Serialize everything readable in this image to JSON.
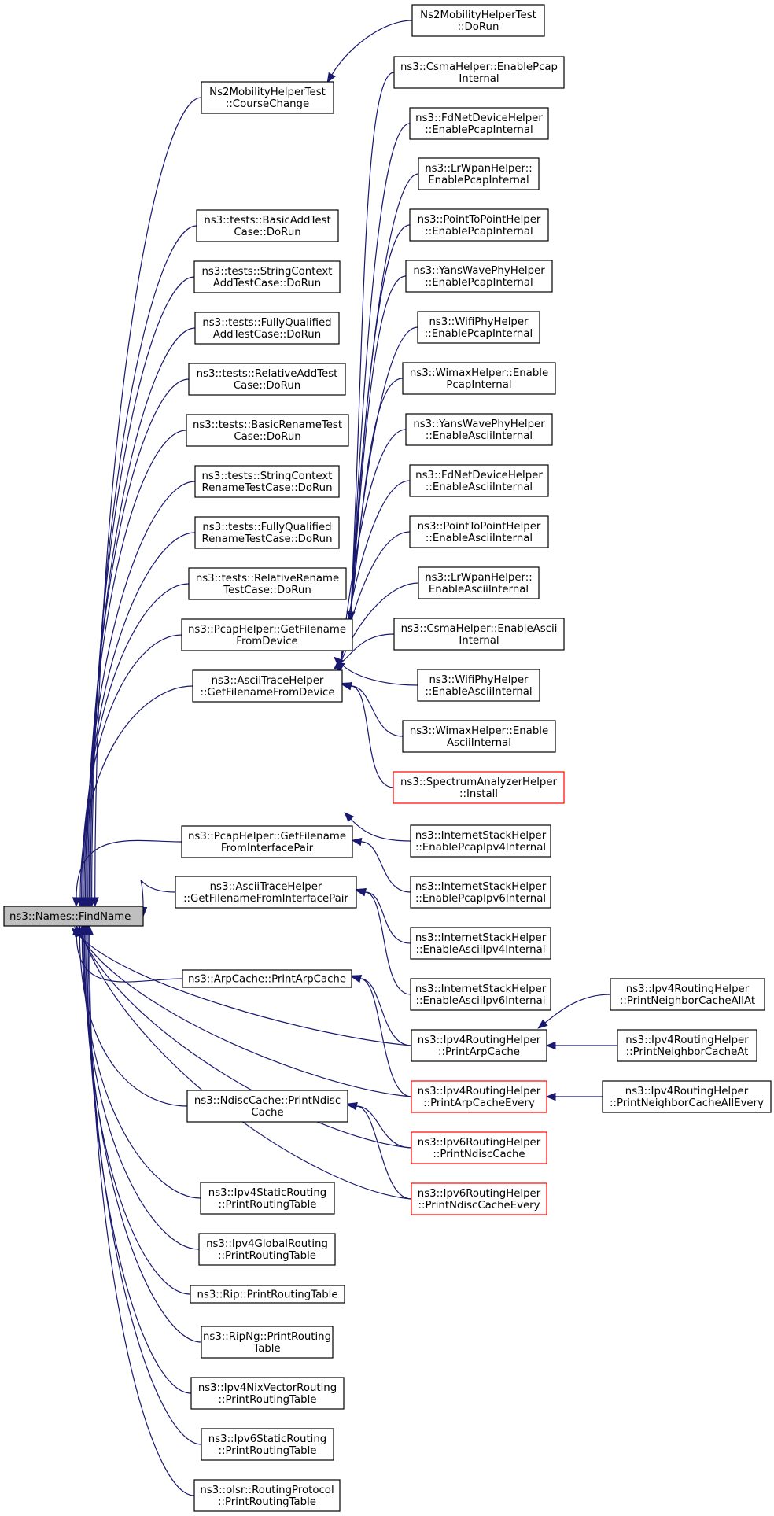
{
  "graph": {
    "root": "ns3::Names::FindName",
    "colors": {
      "edge": "#191970",
      "box": "#000000",
      "highlight": "#ff0000",
      "root_fill": "#bfbfbf"
    },
    "nodes": [
      {
        "id": "root",
        "lines": [
          "ns3::Names::FindName"
        ]
      },
      {
        "id": "ns2cc",
        "lines": [
          "Ns2MobilityHelperTest",
          "::CourseChange"
        ]
      },
      {
        "id": "ns2dorun",
        "lines": [
          "Ns2MobilityHelperTest",
          "::DoRun"
        ]
      },
      {
        "id": "t1",
        "lines": [
          "ns3::tests::BasicAddTest",
          "Case::DoRun"
        ]
      },
      {
        "id": "t2",
        "lines": [
          "ns3::tests::StringContext",
          "AddTestCase::DoRun"
        ]
      },
      {
        "id": "t3",
        "lines": [
          "ns3::tests::FullyQualified",
          "AddTestCase::DoRun"
        ]
      },
      {
        "id": "t4",
        "lines": [
          "ns3::tests::RelativeAddTest",
          "Case::DoRun"
        ]
      },
      {
        "id": "t5",
        "lines": [
          "ns3::tests::BasicRenameTest",
          "Case::DoRun"
        ]
      },
      {
        "id": "t6",
        "lines": [
          "ns3::tests::StringContext",
          "RenameTestCase::DoRun"
        ]
      },
      {
        "id": "t7",
        "lines": [
          "ns3::tests::FullyQualified",
          "RenameTestCase::DoRun"
        ]
      },
      {
        "id": "t8",
        "lines": [
          "ns3::tests::RelativeRename",
          "TestCase::DoRun"
        ]
      },
      {
        "id": "pcapdev",
        "lines": [
          "ns3::PcapHelper::GetFilename",
          "FromDevice"
        ]
      },
      {
        "id": "asciidev",
        "lines": [
          "ns3::AsciiTraceHelper",
          "::GetFilenameFromDevice"
        ]
      },
      {
        "id": "pcapif",
        "lines": [
          "ns3::PcapHelper::GetFilename",
          "FromInterfacePair"
        ]
      },
      {
        "id": "asciiif",
        "lines": [
          "ns3::AsciiTraceHelper",
          "::GetFilenameFromInterfacePair"
        ]
      },
      {
        "id": "arp",
        "lines": [
          "ns3::ArpCache::PrintArpCache"
        ]
      },
      {
        "id": "ndisc",
        "lines": [
          "ns3::NdiscCache::PrintNdisc",
          "Cache"
        ]
      },
      {
        "id": "r1",
        "lines": [
          "ns3::Ipv4StaticRouting",
          "::PrintRoutingTable"
        ]
      },
      {
        "id": "r2",
        "lines": [
          "ns3::Ipv4GlobalRouting",
          "::PrintRoutingTable"
        ]
      },
      {
        "id": "r3",
        "lines": [
          "ns3::Rip::PrintRoutingTable"
        ]
      },
      {
        "id": "r4",
        "lines": [
          "ns3::RipNg::PrintRouting",
          "Table"
        ]
      },
      {
        "id": "r5",
        "lines": [
          "ns3::Ipv4NixVectorRouting",
          "::PrintRoutingTable"
        ]
      },
      {
        "id": "r6",
        "lines": [
          "ns3::Ipv6StaticRouting",
          "::PrintRoutingTable"
        ]
      },
      {
        "id": "r7",
        "lines": [
          "ns3::olsr::RoutingProtocol",
          "::PrintRoutingTable"
        ]
      },
      {
        "id": "c1",
        "lines": [
          "ns3::CsmaHelper::EnablePcap",
          "Internal"
        ]
      },
      {
        "id": "c2",
        "lines": [
          "ns3::FdNetDeviceHelper",
          "::EnablePcapInternal"
        ]
      },
      {
        "id": "c3",
        "lines": [
          "ns3::LrWpanHelper::",
          "EnablePcapInternal"
        ]
      },
      {
        "id": "c4",
        "lines": [
          "ns3::PointToPointHelper",
          "::EnablePcapInternal"
        ]
      },
      {
        "id": "c5",
        "lines": [
          "ns3::YansWavePhyHelper",
          "::EnablePcapInternal"
        ]
      },
      {
        "id": "c6",
        "lines": [
          "ns3::WifiPhyHelper",
          "::EnablePcapInternal"
        ]
      },
      {
        "id": "c7",
        "lines": [
          "ns3::WimaxHelper::Enable",
          "PcapInternal"
        ]
      },
      {
        "id": "c8",
        "lines": [
          "ns3::YansWavePhyHelper",
          "::EnableAsciiInternal"
        ]
      },
      {
        "id": "c9",
        "lines": [
          "ns3::FdNetDeviceHelper",
          "::EnableAsciiInternal"
        ]
      },
      {
        "id": "c10",
        "lines": [
          "ns3::PointToPointHelper",
          "::EnableAsciiInternal"
        ]
      },
      {
        "id": "c11",
        "lines": [
          "ns3::LrWpanHelper::",
          "EnableAsciiInternal"
        ]
      },
      {
        "id": "c12",
        "lines": [
          "ns3::CsmaHelper::EnableAscii",
          "Internal"
        ]
      },
      {
        "id": "c13",
        "lines": [
          "ns3::WifiPhyHelper",
          "::EnableAsciiInternal"
        ]
      },
      {
        "id": "c14",
        "lines": [
          "ns3::WimaxHelper::Enable",
          "AsciiInternal"
        ]
      },
      {
        "id": "c15",
        "lines": [
          "ns3::SpectrumAnalyzerHelper",
          "::Install"
        ],
        "highlight": true
      },
      {
        "id": "i1",
        "lines": [
          "ns3::InternetStackHelper",
          "::EnablePcapIpv4Internal"
        ]
      },
      {
        "id": "i2",
        "lines": [
          "ns3::InternetStackHelper",
          "::EnablePcapIpv6Internal"
        ]
      },
      {
        "id": "i3",
        "lines": [
          "ns3::InternetStackHelper",
          "::EnableAsciiIpv4Internal"
        ]
      },
      {
        "id": "i4",
        "lines": [
          "ns3::InternetStackHelper",
          "::EnableAsciiIpv6Internal"
        ]
      },
      {
        "id": "pac",
        "lines": [
          "ns3::Ipv4RoutingHelper",
          "::PrintArpCache"
        ]
      },
      {
        "id": "pace",
        "lines": [
          "ns3::Ipv4RoutingHelper",
          "::PrintArpCacheEvery"
        ],
        "highlight": true
      },
      {
        "id": "pnc",
        "lines": [
          "ns3::Ipv6RoutingHelper",
          "::PrintNdiscCache"
        ],
        "highlight": true
      },
      {
        "id": "pnce",
        "lines": [
          "ns3::Ipv6RoutingHelper",
          "::PrintNdiscCacheEvery"
        ],
        "highlight": true
      },
      {
        "id": "nall",
        "lines": [
          "ns3::Ipv4RoutingHelper",
          "::PrintNeighborCacheAllAt"
        ]
      },
      {
        "id": "nat",
        "lines": [
          "ns3::Ipv4RoutingHelper",
          "::PrintNeighborCacheAt"
        ]
      },
      {
        "id": "nalle",
        "lines": [
          "ns3::Ipv4RoutingHelper",
          "::PrintNeighborCacheAllEvery"
        ]
      }
    ],
    "edges": [
      [
        "ns2cc",
        "root"
      ],
      [
        "t1",
        "root"
      ],
      [
        "t2",
        "root"
      ],
      [
        "t3",
        "root"
      ],
      [
        "t4",
        "root"
      ],
      [
        "t5",
        "root"
      ],
      [
        "t6",
        "root"
      ],
      [
        "t7",
        "root"
      ],
      [
        "t8",
        "root"
      ],
      [
        "pcapdev",
        "root"
      ],
      [
        "asciidev",
        "root"
      ],
      [
        "pcapif",
        "root"
      ],
      [
        "asciiif",
        "root"
      ],
      [
        "arp",
        "root"
      ],
      [
        "ndisc",
        "root"
      ],
      [
        "r1",
        "root"
      ],
      [
        "r2",
        "root"
      ],
      [
        "r3",
        "root"
      ],
      [
        "r4",
        "root"
      ],
      [
        "r5",
        "root"
      ],
      [
        "r6",
        "root"
      ],
      [
        "r7",
        "root"
      ],
      [
        "pac",
        "root"
      ],
      [
        "pace",
        "root"
      ],
      [
        "pnc",
        "root"
      ],
      [
        "pnce",
        "root"
      ],
      [
        "ns2dorun",
        "ns2cc"
      ],
      [
        "c1",
        "pcapdev"
      ],
      [
        "c2",
        "pcapdev"
      ],
      [
        "c3",
        "pcapdev"
      ],
      [
        "c4",
        "pcapdev"
      ],
      [
        "c5",
        "pcapdev"
      ],
      [
        "c6",
        "pcapdev"
      ],
      [
        "c7",
        "pcapdev"
      ],
      [
        "c8",
        "asciidev"
      ],
      [
        "c9",
        "asciidev"
      ],
      [
        "c10",
        "asciidev"
      ],
      [
        "c11",
        "asciidev"
      ],
      [
        "c12",
        "asciidev"
      ],
      [
        "c13",
        "asciidev"
      ],
      [
        "c14",
        "asciidev"
      ],
      [
        "c15",
        "asciidev"
      ],
      [
        "i1",
        "pcapif"
      ],
      [
        "i2",
        "pcapif"
      ],
      [
        "i3",
        "asciiif"
      ],
      [
        "i4",
        "asciiif"
      ],
      [
        "pac",
        "arp"
      ],
      [
        "pace",
        "arp"
      ],
      [
        "pnc",
        "ndisc"
      ],
      [
        "pnce",
        "ndisc"
      ],
      [
        "nall",
        "pac"
      ],
      [
        "nat",
        "pac"
      ],
      [
        "nalle",
        "pace"
      ]
    ]
  }
}
